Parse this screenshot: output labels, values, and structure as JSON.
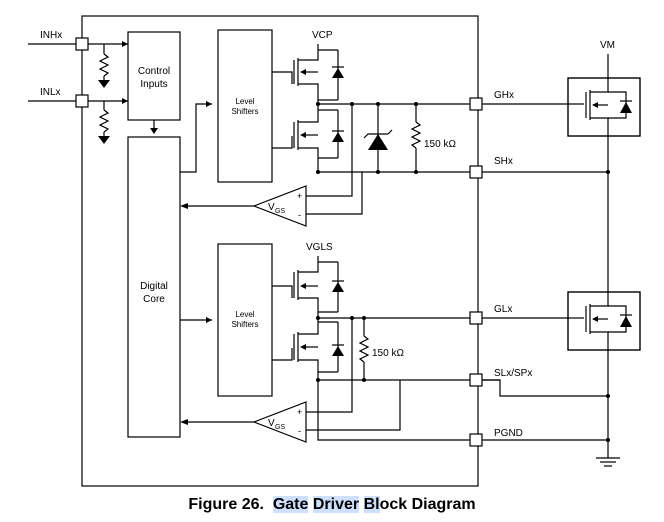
{
  "pins": {
    "inhx": "INHx",
    "inlx": "INLx",
    "ghx": "GHx",
    "shx": "SHx",
    "glx": "GLx",
    "slx": "SLx/SPx",
    "pgnd": "PGND",
    "vm": "VM"
  },
  "blocks": {
    "control_inputs": [
      "Control",
      "Inputs"
    ],
    "digital_core": [
      "Digital",
      "Core"
    ],
    "level_shifters": [
      "Level",
      "Shifters"
    ]
  },
  "rails": {
    "vcp": "VCP",
    "vgls": "VGLS"
  },
  "resistor_label": "150 kΩ",
  "comparator": {
    "main": "V",
    "sub": "GS",
    "plus": "+",
    "minus": "-"
  },
  "caption": {
    "prefix": "Figure 26.",
    "w1": "Gate",
    "w2": "Driver",
    "w3_hl": "Bl",
    "w3_rest": "ock",
    "w4": "Diagram"
  }
}
